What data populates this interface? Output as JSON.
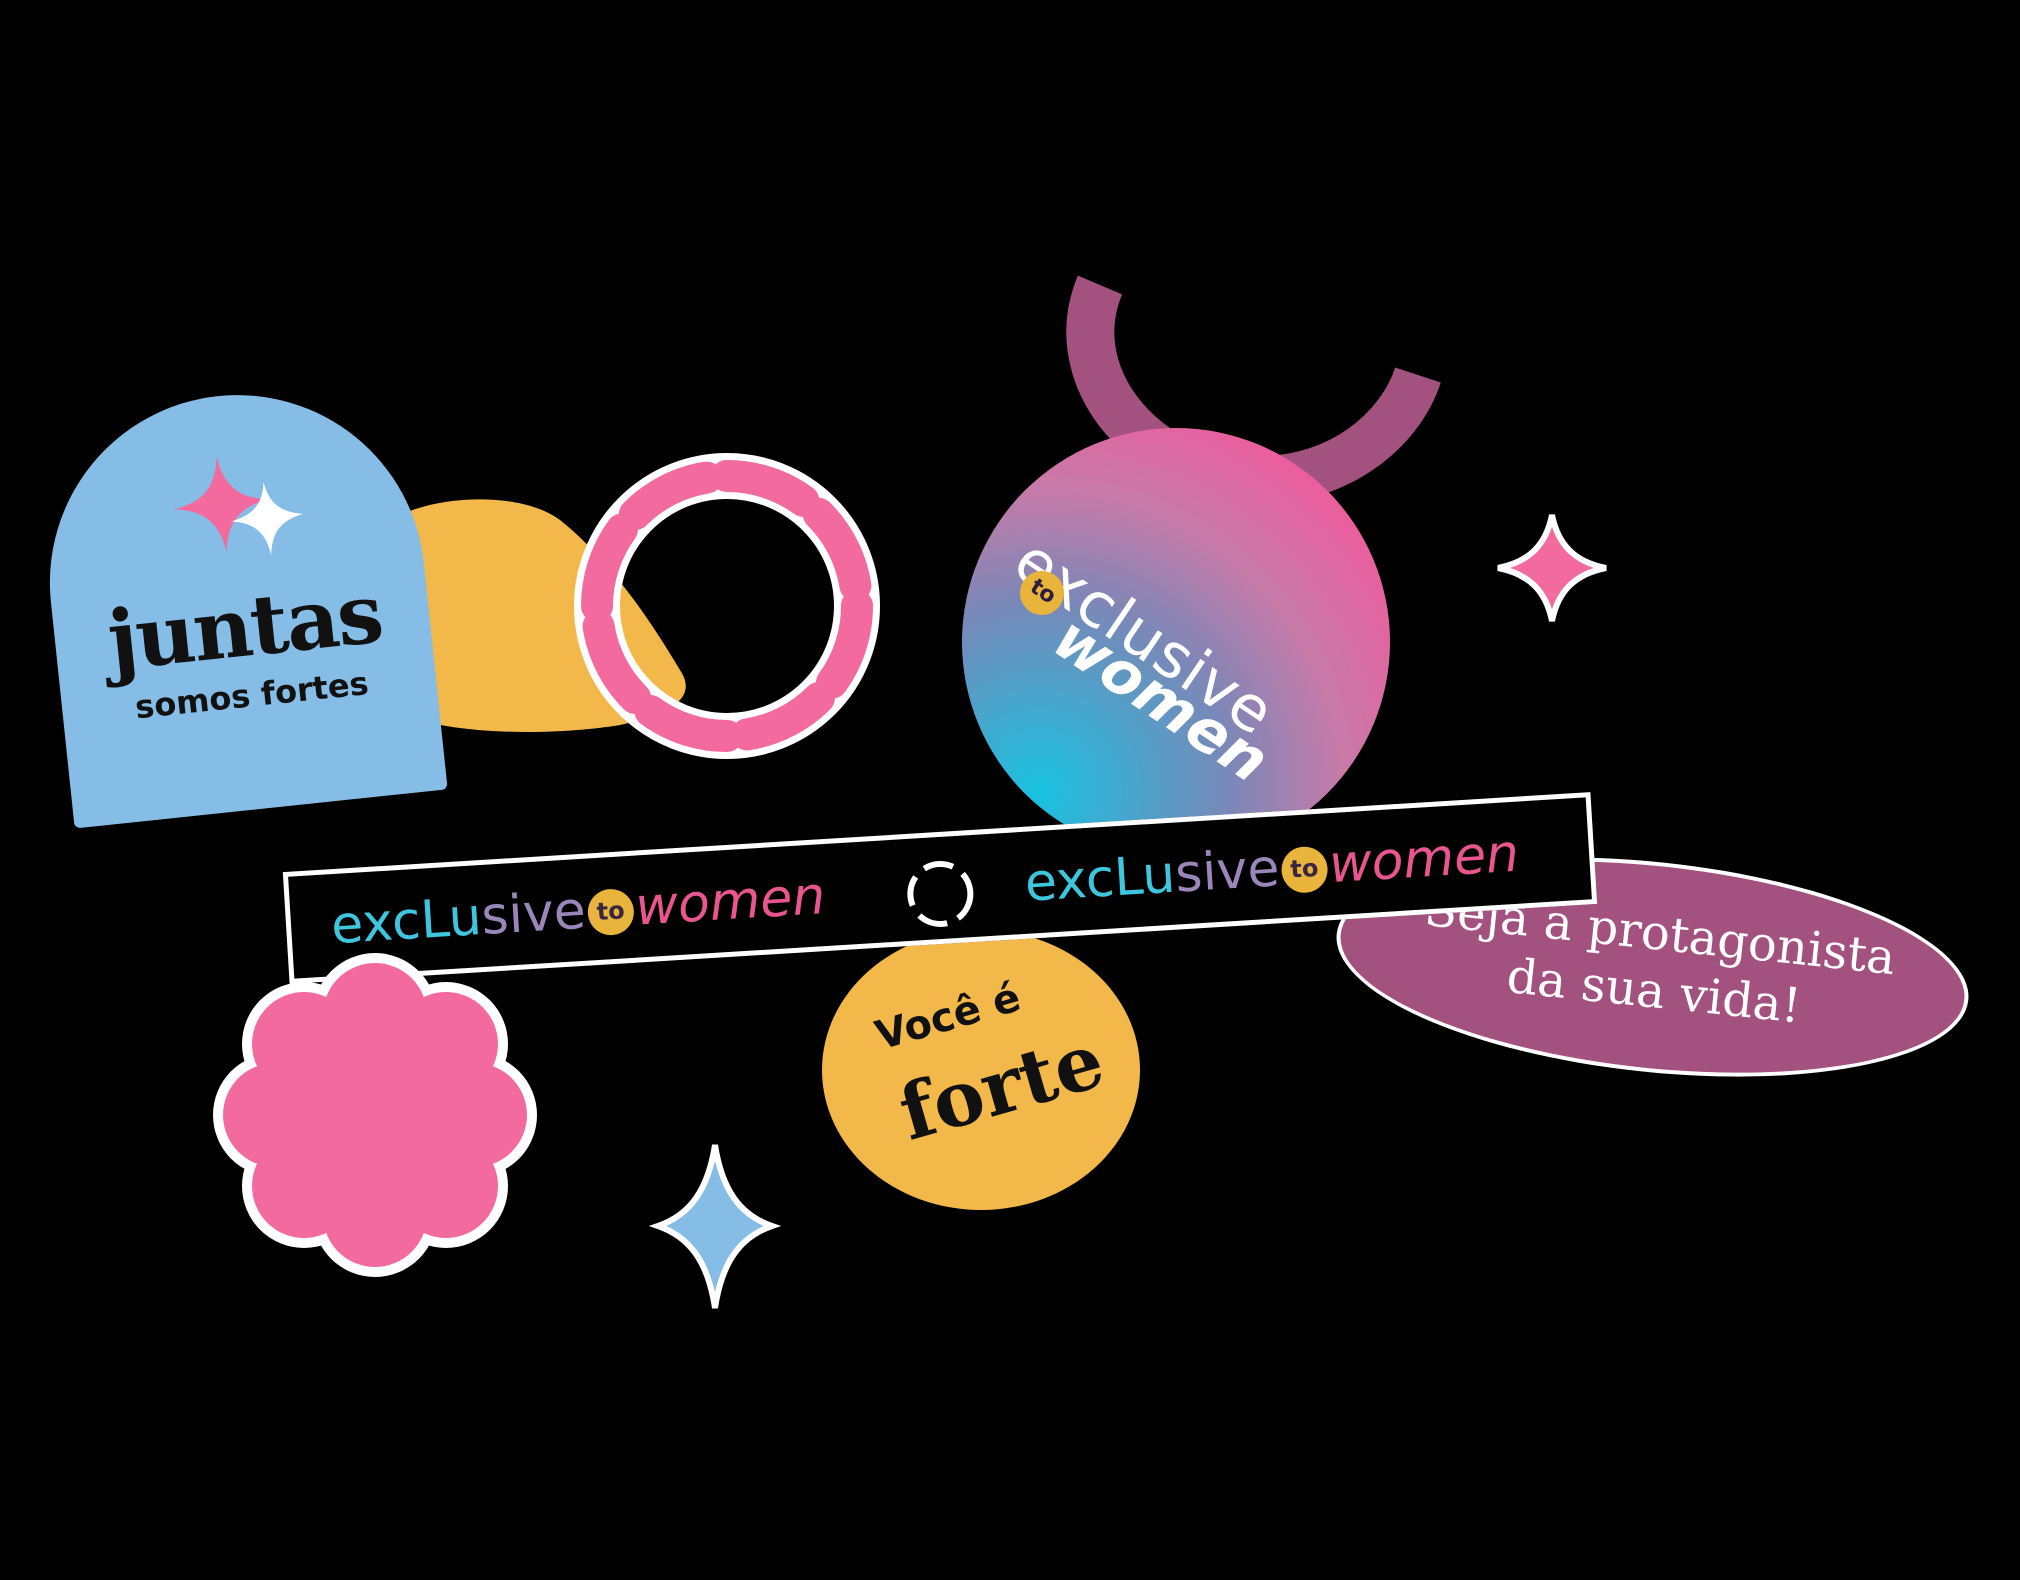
{
  "colors": {
    "background": "#000000",
    "light_blue": "#86bde6",
    "yellow": "#f2b94a",
    "pink": "#f36a9e",
    "purple": "#a3527f",
    "cyan": "#3ec6de",
    "white": "#ffffff"
  },
  "arch_sticker": {
    "title": "juntas",
    "subtitle": "somos fortes"
  },
  "circle_logo": {
    "word1": "exclusive",
    "to": "to",
    "word2": "women"
  },
  "banner": {
    "logo_left": {
      "part1": "excLu",
      "part2": "sive",
      "to": "to",
      "part3": "women"
    },
    "logo_right": {
      "part1": "excLu",
      "part2": "sive",
      "to": "to",
      "part3": "women"
    }
  },
  "yellow_circle": {
    "line1": "Você é",
    "line2": "forte"
  },
  "purple_ellipse": {
    "line1": "Seja a protagonista",
    "line2": "da sua vida!"
  },
  "decorations": [
    "sparkle-icon",
    "ring-icon",
    "flower-icon",
    "arc-icon",
    "blob-shape",
    "dashed-circle-icon"
  ]
}
